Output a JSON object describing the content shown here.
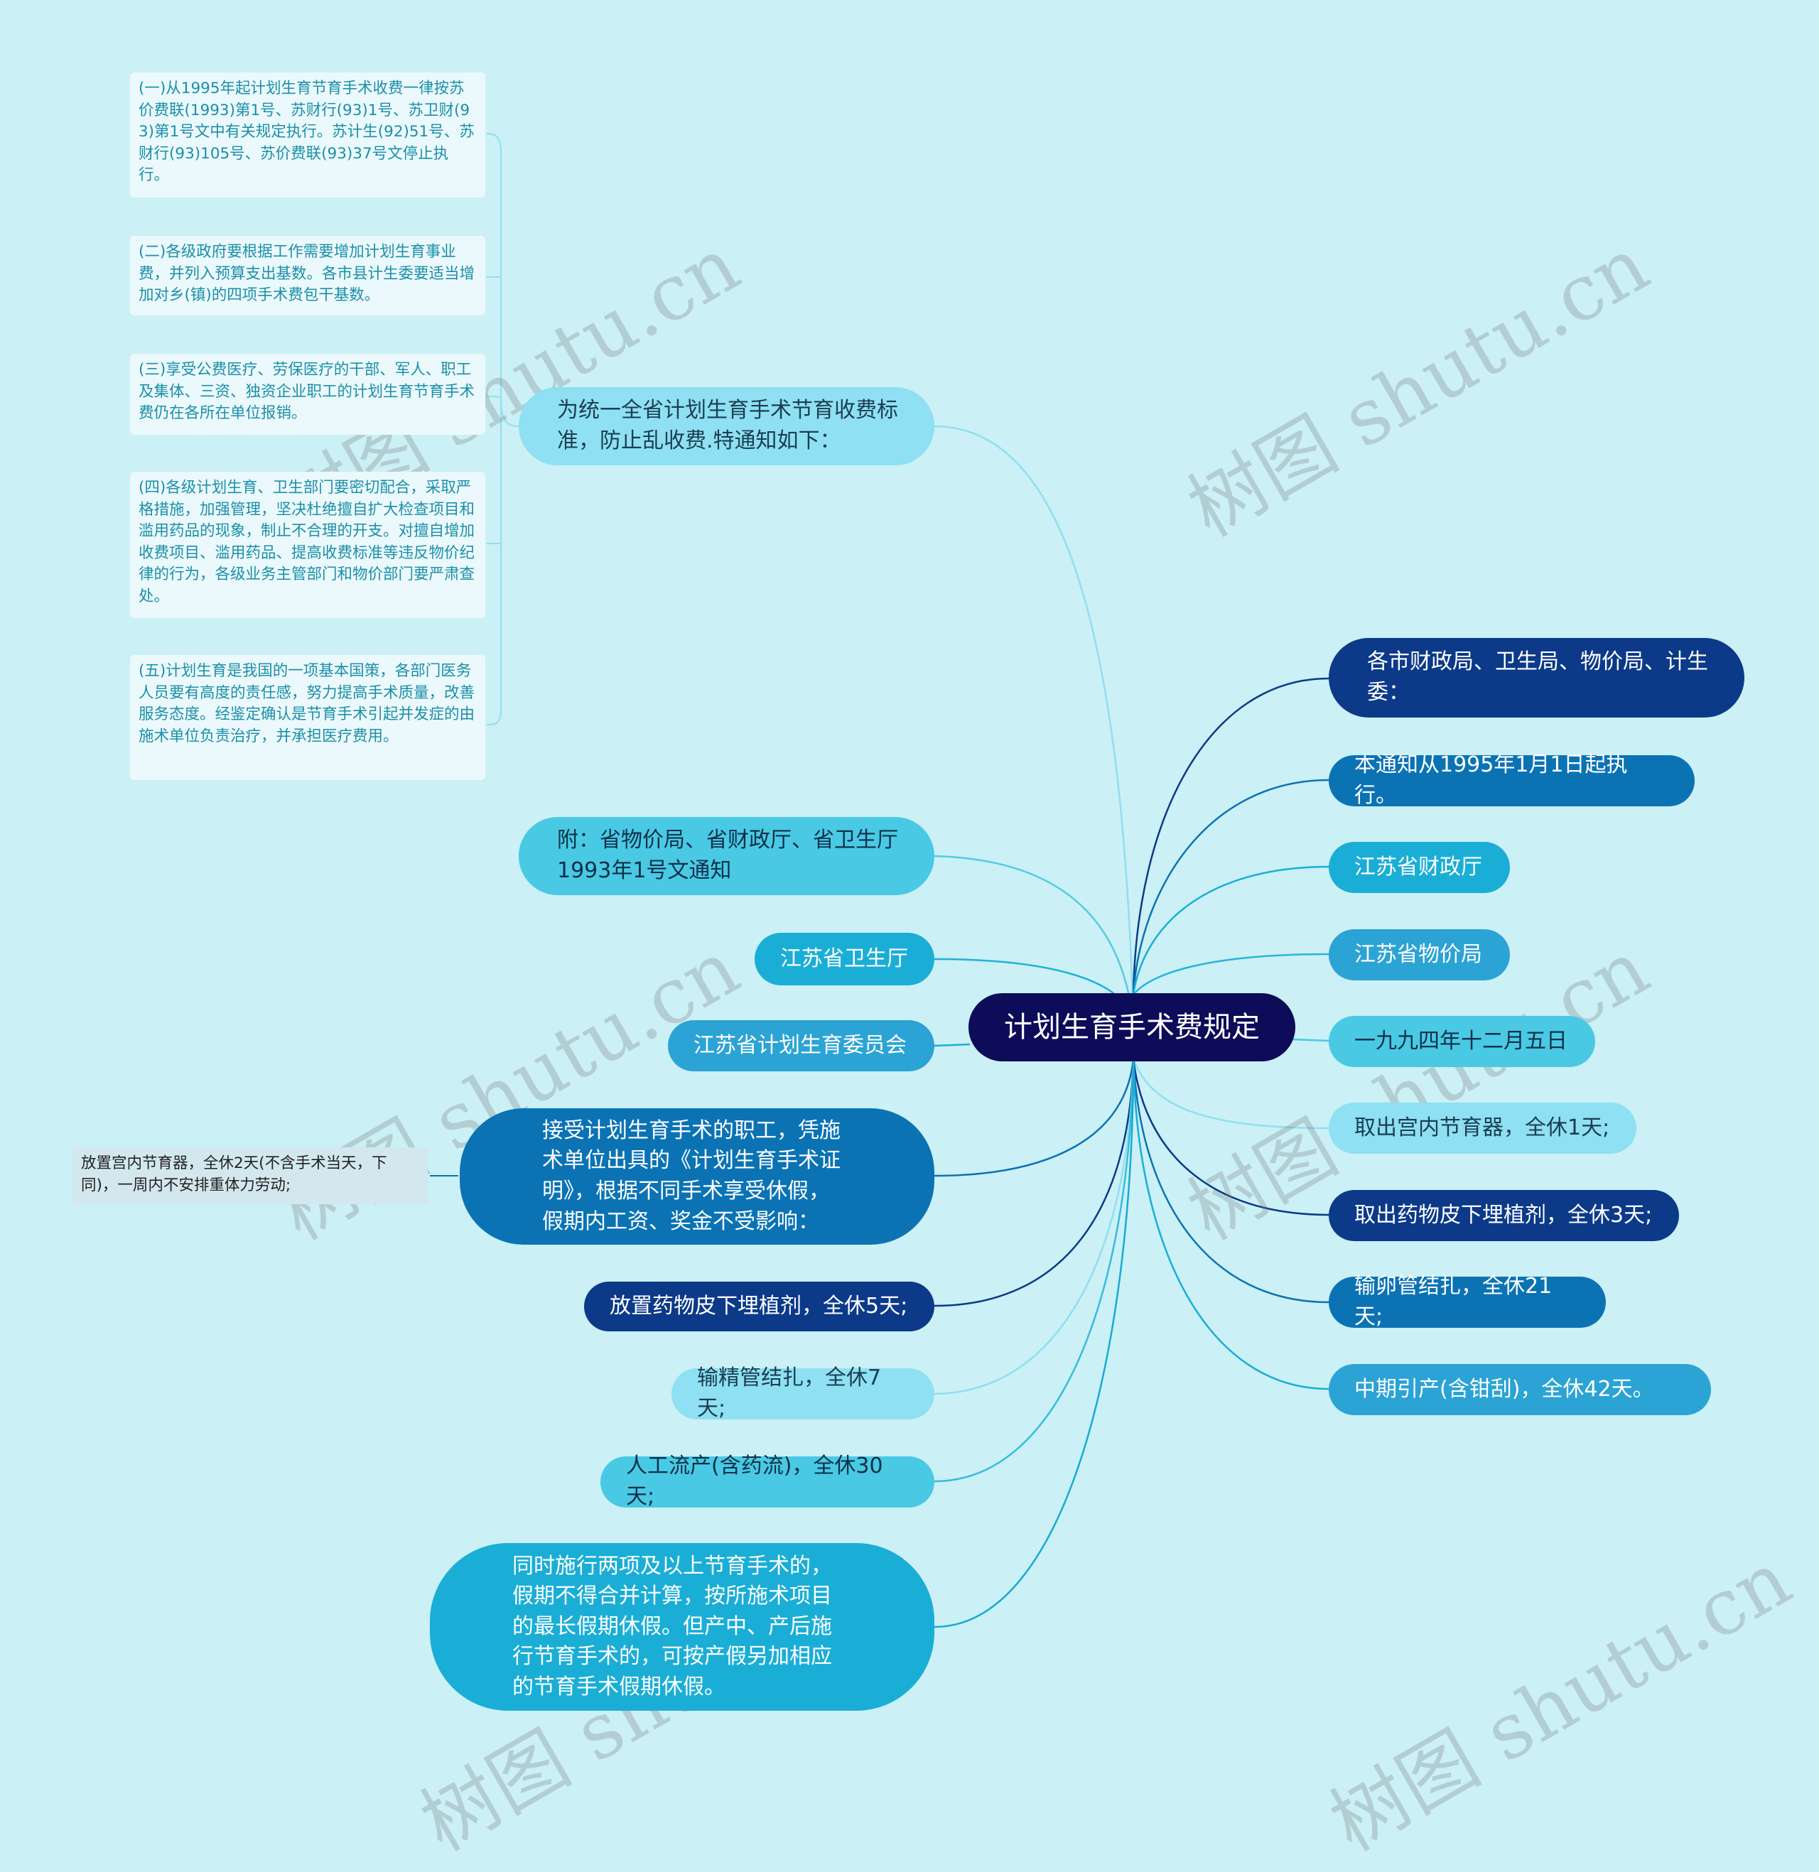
{
  "center": "计划生育手术费规定",
  "watermark": "树图 shutu.cn",
  "left_topics": {
    "tongzhi": "为统一全省计划生育手术节育收费标准，防止乱收费.特通知如下：",
    "fu": "附：省物价局、省财政厅、省卫生厅1993年1号文通知",
    "weisheng": "江苏省卫生厅",
    "jisheng": "江苏省计划生育委员会",
    "jieshou": "接受计划生育手术的职工，凭施术单位出具的《计划生育手术证明》，根据不同手术享受休假，假期内工资、奖金不受影响：",
    "fangzhi_yao": "放置药物皮下埋植剂，全休5天;",
    "shujing": "输精管结扎，全休7天;",
    "rengong": "人工流产(含药流)，全休30天;",
    "tongshi": "同时施行两项及以上节育手术的，假期不得合并计算，按所施术项目的最长假期休假。但产中、产后施行节育手术的，可按产假另加相应的节育手术假期休假。"
  },
  "notes": [
    "(一)从1995年起计划生育节育手术收费一律按苏价费联(1993)第1号、苏财行(93)1号、苏卫财(93)第1号文中有关规定执行。苏计生(92)51号、苏财行(93)105号、苏价费联(93)37号文停止执行。",
    "(二)各级政府要根据工作需要增加计划生育事业费，并列入预算支出基数。各市县计生委要适当增加对乡(镇)的四项手术费包干基数。",
    "(三)享受公费医疗、劳保医疗的干部、军人、职工及集体、三资、独资企业职工的计划生育节育手术费仍在各所在单位报销。",
    "(四)各级计划生育、卫生部门要密切配合，采取严格措施，加强管理，坚决杜绝擅自扩大检查项目和滥用药品的现象，制止不合理的开支。对擅自增加收费项目、滥用药品、提高收费标准等违反物价纪律的行为，各级业务主管部门和物价部门要严肃查处。",
    "(五)计划生育是我国的一项基本国策，各部门医务人员要有高度的责任感，努力提高手术质量，改善服务态度。经鉴定确认是节育手术引起并发症的由施术单位负责治疗，并承担医疗费用。"
  ],
  "side_note": "放置宫内节育器，全休2天(不含手术当天，下同)，一周内不安排重体力劳动;",
  "right_topics": {
    "geshi": "各市财政局、卫生局、物价局、计生委：",
    "benzhi": "本通知从1995年1月1日起执行。",
    "caizheng": "江苏省财政厅",
    "wujia": "江苏省物价局",
    "riqi": "一九九四年十二月五日",
    "quchu_gong": "取出宫内节育器，全休1天;",
    "quchu_yao": "取出药物皮下埋植剂，全休3天;",
    "shuluan": "输卵管结扎，全休21天;",
    "zhongqi": "中期引产(含钳刮)，全休42天。"
  }
}
